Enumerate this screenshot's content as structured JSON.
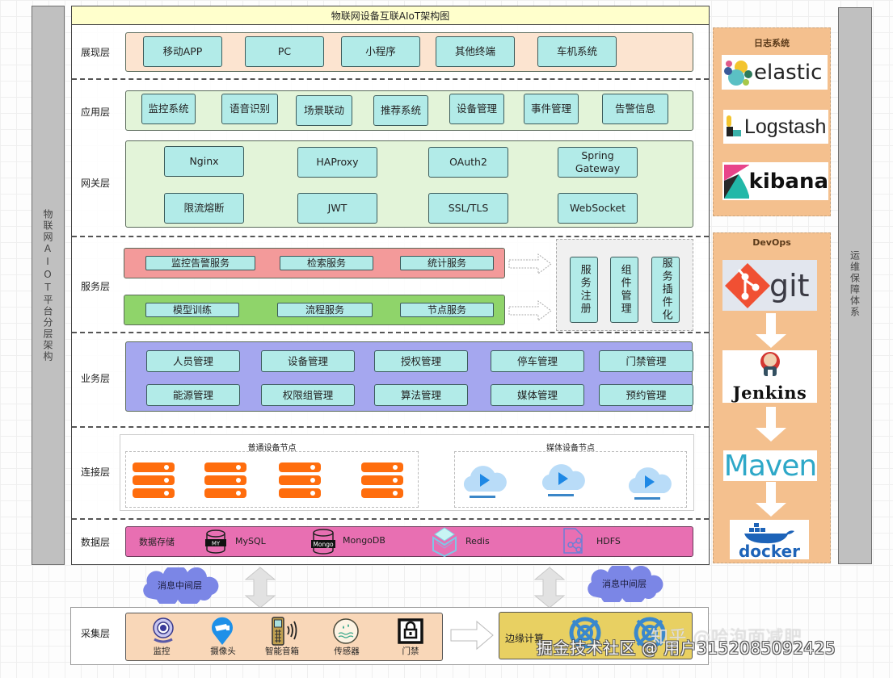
{
  "left_bar": {
    "label": "物联网AIOT平台分层架构"
  },
  "right_bar": {
    "label": "运维保障体系"
  },
  "title": "物联网设备互联AIoT架构图",
  "layers": {
    "presentation": {
      "label": "展现层",
      "items": [
        "移动APP",
        "PC",
        "小程序",
        "其他终端",
        "车机系统"
      ]
    },
    "application": {
      "label": "应用层",
      "items": [
        "监控系统",
        "语音识别",
        "场景联动",
        "推荐系统",
        "设备管理",
        "事件管理",
        "告警信息"
      ]
    },
    "gateway": {
      "label": "网关层",
      "row1": [
        "Nginx",
        "HAProxy",
        "OAuth2",
        "Spring Gateway"
      ],
      "row2": [
        "限流熔断",
        "JWT",
        "SSL/TLS",
        "WebSocket"
      ]
    },
    "service": {
      "label": "服务层",
      "red_row": [
        "监控告警服务",
        "检索服务",
        "统计服务"
      ],
      "green_row": [
        "模型训练",
        "流程服务",
        "节点服务"
      ],
      "side_items": [
        "服务注册",
        "组件管理",
        "服务插件化"
      ]
    },
    "business": {
      "label": "业务层",
      "row1": [
        "人员管理",
        "设备管理",
        "授权管理",
        "停车管理",
        "门禁管理"
      ],
      "row2": [
        "能源管理",
        "权限组管理",
        "算法管理",
        "媒体管理",
        "预约管理"
      ]
    },
    "connection": {
      "label": "连接层",
      "normal_group": "普通设备节点",
      "media_group": "媒体设备节点"
    },
    "data": {
      "label": "数据层",
      "caption": "数据存储",
      "stores": [
        {
          "name": "MySQL",
          "icon": "mysql-icon",
          "badge": "MY"
        },
        {
          "name": "MongoDB",
          "icon": "mongodb-icon",
          "badge": "Mongo"
        },
        {
          "name": "Redis",
          "icon": "redis-icon"
        },
        {
          "name": "HDFS",
          "icon": "hdfs-icon"
        }
      ]
    },
    "collection": {
      "label": "采集层",
      "devices": [
        {
          "name": "监控",
          "icon": "webcam-icon"
        },
        {
          "name": "摄像头",
          "icon": "camera-icon"
        },
        {
          "name": "智能音箱",
          "icon": "phone-signal-icon"
        },
        {
          "name": "传感器",
          "icon": "sensor-icon"
        },
        {
          "name": "门禁",
          "icon": "lock-icon"
        }
      ],
      "edge_label": "边缘计算"
    }
  },
  "middleware": {
    "left": "消息中间层",
    "right": "消息中间层"
  },
  "log_system": {
    "title": "日志系统",
    "logos": [
      "elastic",
      "Logstash",
      "kibana"
    ]
  },
  "devops": {
    "title": "DevOps",
    "logos": [
      "git",
      "Jenkins",
      "Maven",
      "docker"
    ]
  },
  "watermarks": {
    "primary": "掘金技术社区 @ 用户3152085092425",
    "secondary": "知乎 @哈泡面减肥"
  },
  "colors": {
    "title_bg": "#ffffcc",
    "presentation_bg": "#fce4d0",
    "app_bg": "#e3f4d9",
    "box_bg": "#b2ebe8",
    "service_red": "#f39a9a",
    "service_green": "#8fd46a",
    "business_bg": "#a5a7ef",
    "data_bg": "#e86fb2",
    "collect_bg": "#f9d7b8",
    "edge_bg": "#e8d062",
    "panel_bg": "#f4c08e",
    "server_orange": "#ff6d0d"
  }
}
